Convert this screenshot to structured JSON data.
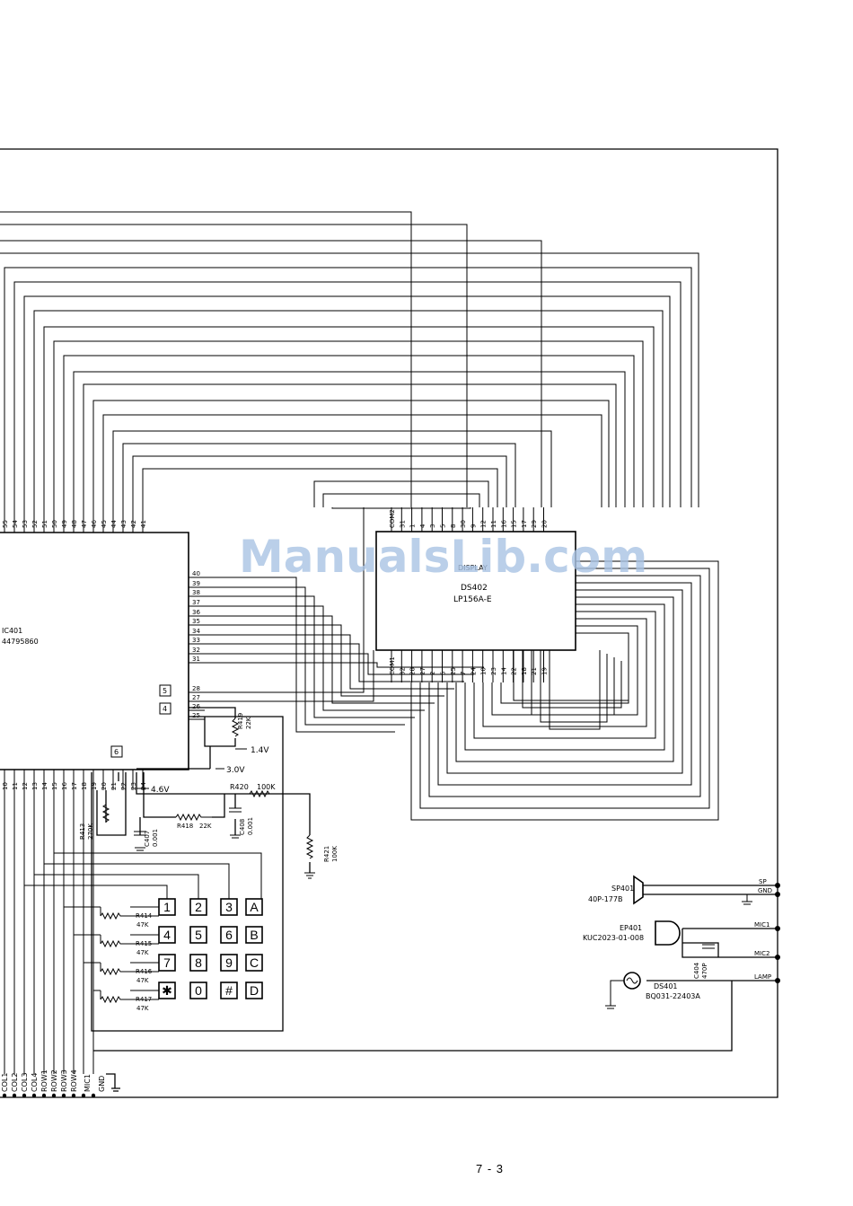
{
  "watermark": "ManualsLib.com",
  "page_number": "7 - 3",
  "ic401": {
    "ref": "IC401",
    "part": "44795860"
  },
  "display": {
    "title": "DISPLAY",
    "ref": "DS402",
    "part": "LP156A-E",
    "top_pins": [
      "COM2",
      "31",
      "1",
      "4",
      "3",
      "5",
      "8",
      "30",
      "9",
      "12",
      "11",
      "16",
      "15",
      "17",
      "29",
      "20"
    ],
    "bottom_pins": [
      "COM1",
      "32",
      "28",
      "27",
      "2",
      "6",
      "25",
      "7",
      "24",
      "10",
      "23",
      "14",
      "22",
      "18",
      "21",
      "19"
    ]
  },
  "ic_top_pins": [
    "55",
    "54",
    "53",
    "52",
    "51",
    "50",
    "49",
    "48",
    "47",
    "46",
    "45",
    "44",
    "43",
    "42",
    "41"
  ],
  "ic_right_pins": [
    "40",
    "39",
    "38",
    "37",
    "36",
    "35",
    "34",
    "33",
    "32",
    "31",
    "28",
    "27",
    "26",
    "25"
  ],
  "ic_bottom_pins": [
    "10",
    "11",
    "12",
    "13",
    "14",
    "15",
    "16",
    "17",
    "18",
    "19",
    "20",
    "21",
    "22",
    "23",
    "24"
  ],
  "test_points": [
    "5",
    "4",
    "6"
  ],
  "voltages": [
    "1.4V",
    "3.0V",
    "4.6V"
  ],
  "components": {
    "r413": {
      "ref": "R413",
      "val": "270K"
    },
    "r418": {
      "ref": "R418",
      "val": "22K"
    },
    "r419": {
      "ref": "R419",
      "val": "22K"
    },
    "r420": {
      "ref": "R420",
      "val": "100K"
    },
    "r421": {
      "ref": "R421",
      "val": "100K"
    },
    "c407": {
      "ref": "C407",
      "val": "0.001"
    },
    "c408": {
      "ref": "C408",
      "val": "0.001"
    },
    "r414": {
      "ref": "R414",
      "val": "47K"
    },
    "r415": {
      "ref": "R415",
      "val": "47K"
    },
    "r416": {
      "ref": "R416",
      "val": "47K"
    },
    "r417": {
      "ref": "R417",
      "val": "47K"
    },
    "c404": {
      "ref": "C404",
      "val": "470P"
    }
  },
  "keypad": [
    "1",
    "2",
    "3",
    "A",
    "4",
    "5",
    "6",
    "B",
    "7",
    "8",
    "9",
    "C",
    "✱",
    "0",
    "#",
    "D"
  ],
  "speaker": {
    "ref": "SP401",
    "part": "40P-177B"
  },
  "earpiece": {
    "ref": "EP401",
    "part": "KUC2023-01-008"
  },
  "lamp": {
    "ref": "DS401",
    "part": "BQ031-22403A"
  },
  "connector_labels": [
    "SP",
    "GND",
    "MIC1",
    "MIC2",
    "LAMP"
  ],
  "bottom_labels": [
    "COL1",
    "COL2",
    "COL3",
    "COL4",
    "ROW1",
    "ROW2",
    "ROW3",
    "ROW4",
    "MIC1",
    "GND"
  ]
}
